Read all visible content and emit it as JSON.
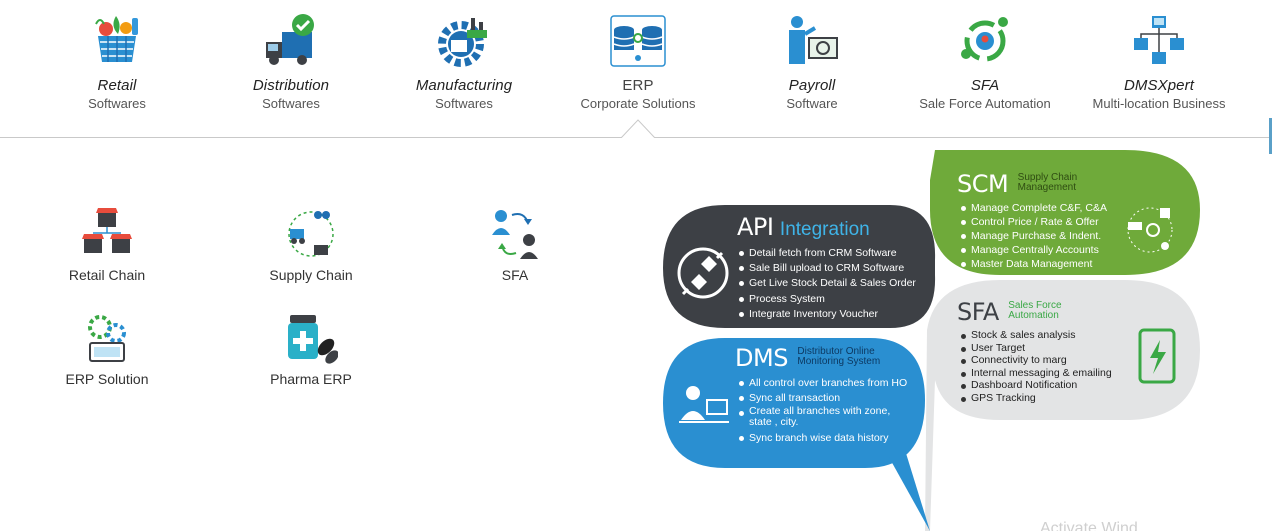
{
  "nav": {
    "items": [
      {
        "title": "Retail",
        "subtitle": "Softwares",
        "icon": "shopping-basket-icon"
      },
      {
        "title": "Distribution",
        "subtitle": "Softwares",
        "icon": "delivery-truck-icon"
      },
      {
        "title": "Manufacturing",
        "subtitle": "Softwares",
        "icon": "factory-gear-icon"
      },
      {
        "title": "ERP",
        "subtitle": "Corporate Solutions",
        "icon": "database-icon",
        "active": true
      },
      {
        "title": "Payroll",
        "subtitle": "Software",
        "icon": "payroll-icon"
      },
      {
        "title": "SFA",
        "subtitle": "Sale Force Automation",
        "icon": "location-network-icon"
      },
      {
        "title": "DMSXpert",
        "subtitle": "Multi-location Business",
        "icon": "network-computers-icon"
      }
    ]
  },
  "submenu": {
    "items": [
      {
        "label": "Retail Chain",
        "icon": "retail-stores-icon"
      },
      {
        "label": "Supply Chain",
        "icon": "supply-chain-icon"
      },
      {
        "label": "SFA",
        "icon": "sales-team-icon"
      },
      {
        "label": "ERP Solution",
        "icon": "erp-gears-icon"
      },
      {
        "label": "Pharma ERP",
        "icon": "pharma-bottle-icon"
      }
    ]
  },
  "infographic": {
    "api": {
      "title": "API",
      "subtitle": "Integration",
      "items": [
        "Detail fetch from CRM Software",
        "Sale Bill upload to CRM Software",
        "Get Live Stock Detail & Sales Order",
        "Process System",
        "Integrate Inventory Voucher"
      ]
    },
    "scm": {
      "title": "SCM",
      "subtitle_line1": "Supply Chain",
      "subtitle_line2": "Management",
      "items": [
        "Manage Complete C&F, C&A",
        "Control Price / Rate & Offer",
        "Manage Purchase & Indent.",
        "Manage Centrally Accounts",
        "Master Data Management"
      ]
    },
    "dms": {
      "title": "DMS",
      "subtitle_line1": "Distributor Online",
      "subtitle_line2": "Monitoring System",
      "items": [
        "All control over branches from HO",
        "Sync all transaction",
        "Create all branches with zone,",
        "Sync branch wise data history"
      ],
      "continuation": "state , city."
    },
    "sfa": {
      "title": "SFA",
      "subtitle_line1": "Sales Force",
      "subtitle_line2": "Automation",
      "items": [
        "Stock & sales analysis",
        "User Target",
        "Connectivity to marg",
        "Internal messaging & emailing",
        "Dashboard Notification",
        "GPS Tracking"
      ]
    }
  },
  "watermark": "Activate Wind",
  "colors": {
    "api": "#3d4045",
    "scm": "#6faa3a",
    "dms": "#2a8fd1",
    "sfa": "#e3e4e5",
    "accent_blue": "#1f6fb2",
    "accent_green": "#3aa845"
  }
}
